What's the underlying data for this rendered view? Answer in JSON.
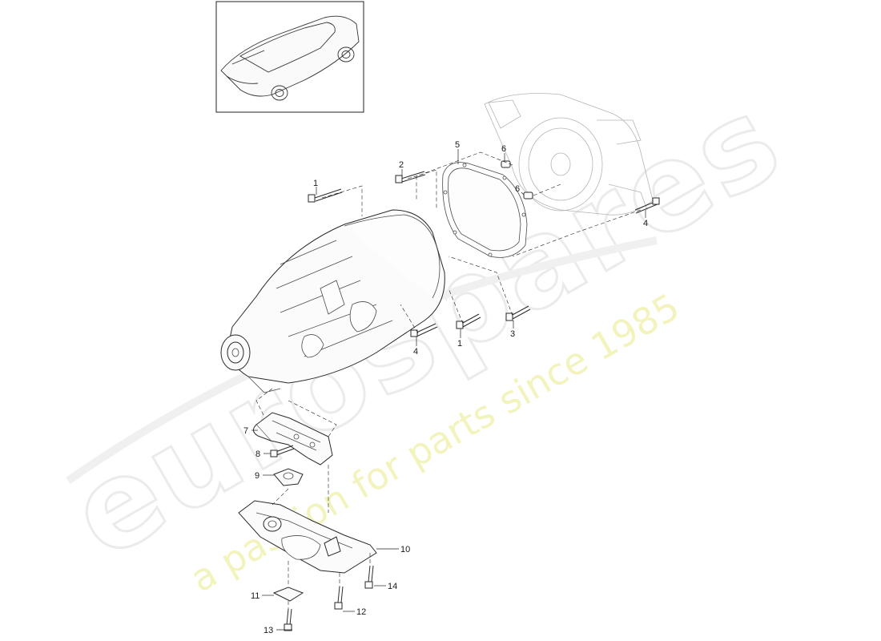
{
  "watermark": {
    "brand": "eurospares",
    "tagline": "a passion for parts since 1985"
  },
  "callouts": {
    "c1a": "1",
    "c1b": "1",
    "c2": "2",
    "c3": "3",
    "c4a": "4",
    "c4b": "4",
    "c5": "5",
    "c6a": "6",
    "c6b": "6",
    "c7": "7",
    "c8": "8",
    "c9": "9",
    "c10": "10",
    "c11": "11",
    "c12": "12",
    "c13": "13",
    "c14": "14"
  }
}
